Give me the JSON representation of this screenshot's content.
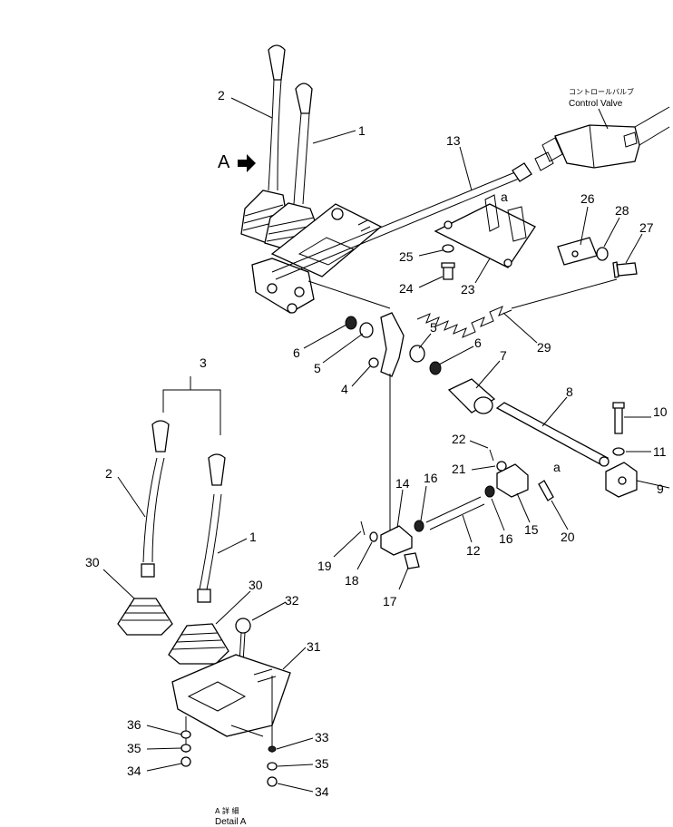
{
  "title_arrow": "A",
  "control_valve": {
    "label_jp": "コントロールバルブ",
    "label_en": "Control Valve"
  },
  "detail": {
    "label_jp": "A 詳 細",
    "label_en": "Detail A"
  },
  "marks": {
    "a1": "a",
    "a2": "a"
  },
  "callouts": {
    "c1": "1",
    "c2": "2",
    "c3": "3",
    "c4": "4",
    "c5a": "5",
    "c5b": "5",
    "c6a": "6",
    "c6b": "6",
    "c7": "7",
    "c8": "8",
    "c9": "9",
    "c10": "10",
    "c11": "11",
    "c12": "12",
    "c13": "13",
    "c14": "14",
    "c15": "15",
    "c16a": "16",
    "c16b": "16",
    "c17": "17",
    "c18": "18",
    "c19": "19",
    "c20": "20",
    "c21": "21",
    "c22": "22",
    "c23": "23",
    "c24": "24",
    "c25": "25",
    "c26": "26",
    "c27": "27",
    "c28": "28",
    "c29": "29",
    "d1": "1",
    "d2": "2",
    "d30a": "30",
    "d30b": "30",
    "d31": "31",
    "d32": "32",
    "d33": "33",
    "d34a": "34",
    "d34b": "34",
    "d35a": "35",
    "d35b": "35",
    "d36": "36"
  }
}
